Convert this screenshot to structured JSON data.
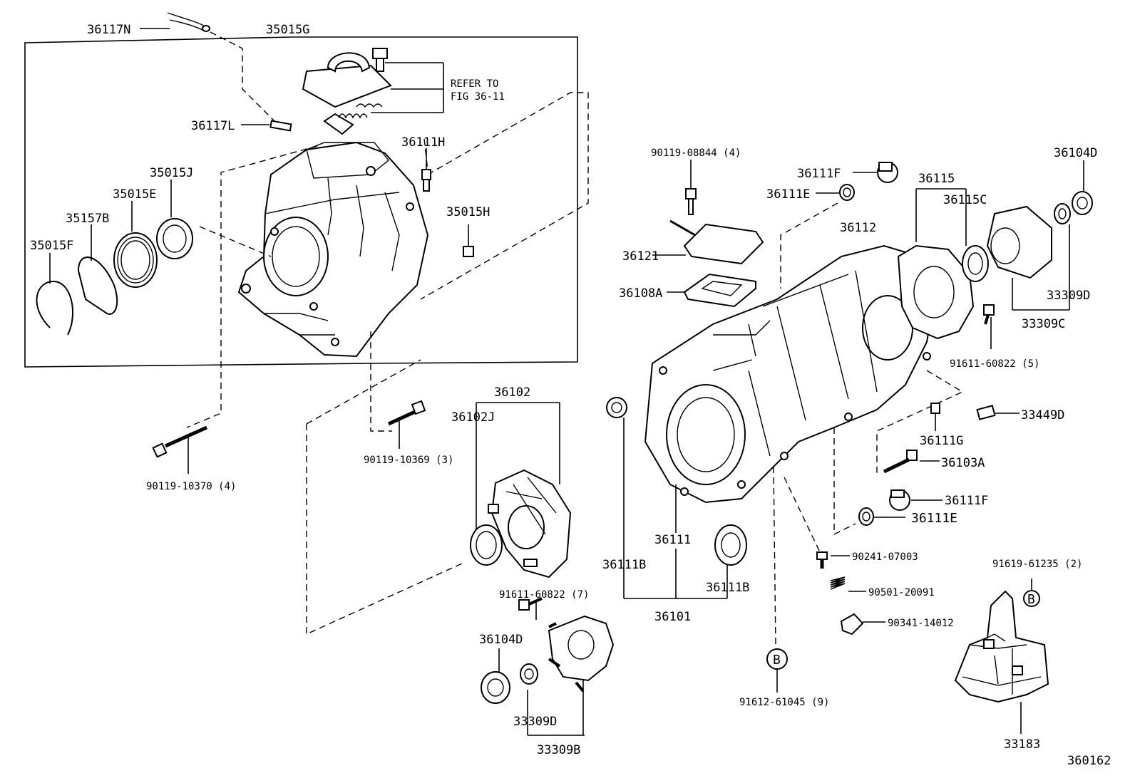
{
  "labels": {
    "p36117N": "36117N",
    "p35015G": "35015G",
    "refer1": "REFER TO",
    "refer2": "FIG 36-11",
    "p36117L": "36117L",
    "p36111H": "36111H",
    "p35015J": "35015J",
    "p35015E": "35015E",
    "p35157B": "35157B",
    "p35015F": "35015F",
    "p35015H": "35015H",
    "p90119_08844": "90119-08844 (4)",
    "p36111F_top": "36111F",
    "p36111E_top": "36111E",
    "p36115": "36115",
    "p36104D_top": "36104D",
    "p36115C": "36115C",
    "p36112": "36112",
    "p36121": "36121",
    "p36108A": "36108A",
    "p33309D_right": "33309D",
    "p33309C": "33309C",
    "p91611_60822_5": "91611-60822 (5)",
    "p36102": "36102",
    "p36102J": "36102J",
    "p90119_10369": "90119-10369 (3)",
    "p90119_10370": "90119-10370 (4)",
    "p36111G": "36111G",
    "p33449D": "33449D",
    "p36103A": "36103A",
    "p36111F_bot": "36111F",
    "p36111E_bot": "36111E",
    "p36111": "36111",
    "p36111B_left": "36111B",
    "p36111B_right": "36111B",
    "p36101": "36101",
    "p90241": "90241-07003",
    "p90501": "90501-20091",
    "p90341": "90341-14012",
    "p91619": "91619-61235 (2)",
    "p91611_60822_7": "91611-60822 (7)",
    "p36104D_bot": "36104D",
    "p33309D_bot": "33309D",
    "p33309B": "33309B",
    "p91612": "91612-61045 (9)",
    "p33183": "33183",
    "callout_b": "B",
    "fig_no": "360162"
  }
}
